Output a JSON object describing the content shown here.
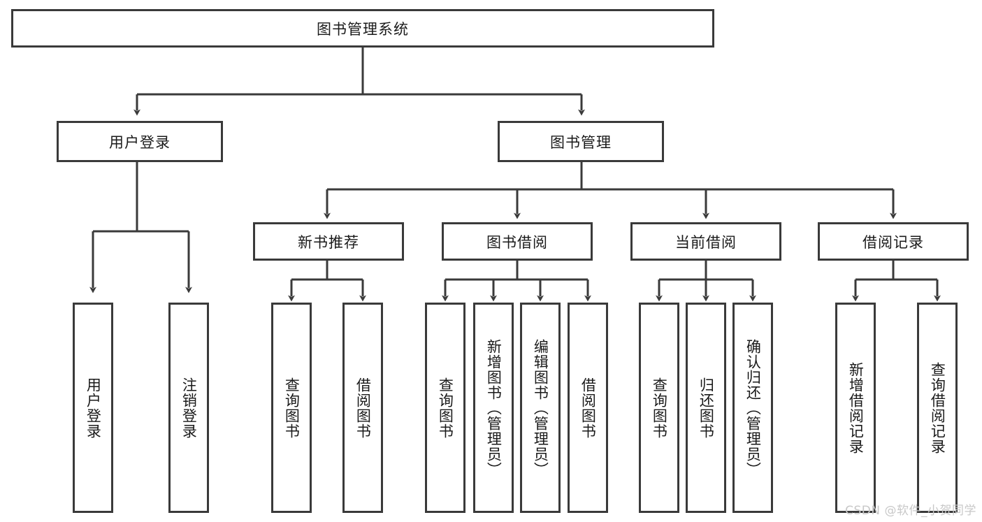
{
  "diagram": {
    "title": "图书管理系统",
    "watermark": "CSDN @软件_小贺同学",
    "stroke_color": "#3a3a3a",
    "text_color": "#1a1a1a",
    "background_color": "#ffffff",
    "watermark_color": "#c8c8c8",
    "type": "tree-hierarchy",
    "orientation": "top-down"
  },
  "nodes": {
    "root": {
      "label": "图书管理系统",
      "level": 1,
      "orientation": "horizontal"
    },
    "l2": [
      {
        "id": "user-login",
        "label": "用户登录",
        "level": 2,
        "orientation": "horizontal"
      },
      {
        "id": "book-manage",
        "label": "图书管理",
        "level": 2,
        "orientation": "horizontal"
      }
    ],
    "l3": [
      {
        "id": "new-book-rec",
        "label": "新书推荐",
        "level": 3,
        "orientation": "horizontal"
      },
      {
        "id": "book-borrow",
        "label": "图书借阅",
        "level": 3,
        "orientation": "horizontal"
      },
      {
        "id": "current-borrow",
        "label": "当前借阅",
        "level": 3,
        "orientation": "horizontal"
      },
      {
        "id": "borrow-record",
        "label": "借阅记录",
        "level": 3,
        "orientation": "horizontal"
      }
    ],
    "leaves": [
      {
        "id": "leaf-user-login",
        "label": "用户登录",
        "parent": "user-login"
      },
      {
        "id": "leaf-logout",
        "label": "注销登录",
        "parent": "user-login"
      },
      {
        "id": "leaf-query-book-1",
        "label": "查询图书",
        "parent": "new-book-rec"
      },
      {
        "id": "leaf-borrow-book-1",
        "label": "借阅图书",
        "parent": "new-book-rec"
      },
      {
        "id": "leaf-query-book-2",
        "label": "查询图书",
        "parent": "book-borrow"
      },
      {
        "id": "leaf-add-book",
        "label": "新增图书（管理员）",
        "parent": "book-borrow"
      },
      {
        "id": "leaf-edit-book",
        "label": "编辑图书（管理员）",
        "parent": "book-borrow"
      },
      {
        "id": "leaf-borrow-book-2",
        "label": "借阅图书",
        "parent": "book-borrow"
      },
      {
        "id": "leaf-query-book-3",
        "label": "查询图书",
        "parent": "current-borrow"
      },
      {
        "id": "leaf-return-book",
        "label": "归还图书",
        "parent": "current-borrow"
      },
      {
        "id": "leaf-confirm-return",
        "label": "确认归还（管理员）",
        "parent": "current-borrow"
      },
      {
        "id": "leaf-add-record",
        "label": "新增借阅记录",
        "parent": "borrow-record"
      },
      {
        "id": "leaf-query-record",
        "label": "查询借阅记录",
        "parent": "borrow-record"
      }
    ]
  }
}
